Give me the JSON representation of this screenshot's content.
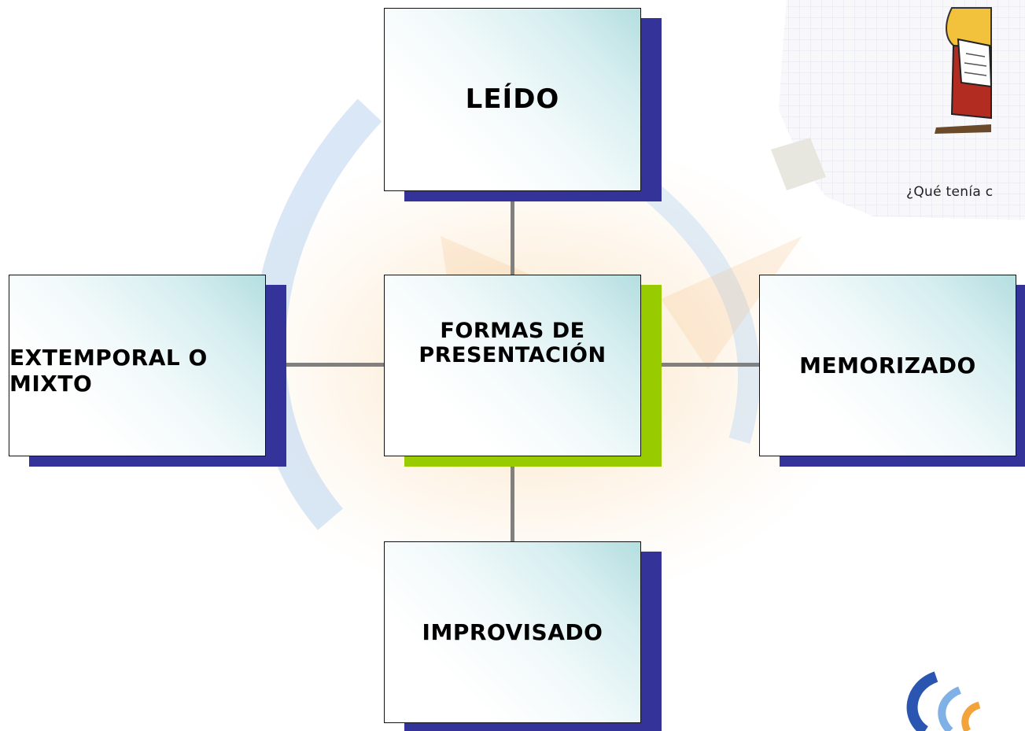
{
  "diagram": {
    "center": {
      "label": "FORMAS DE PRESENTACIÓN"
    },
    "top": {
      "label": "LEÍDO"
    },
    "left": {
      "label": "EXTEMPORAL O MIXTO"
    },
    "right": {
      "label": "MEMORIZADO"
    },
    "bottom": {
      "label": "IMPROVISADO"
    }
  },
  "cartoon": {
    "caption": "¿Qué tenía c"
  },
  "colors": {
    "box_shadow": "#33339a",
    "center_shadow": "#99cc00",
    "connector": "#808080"
  }
}
